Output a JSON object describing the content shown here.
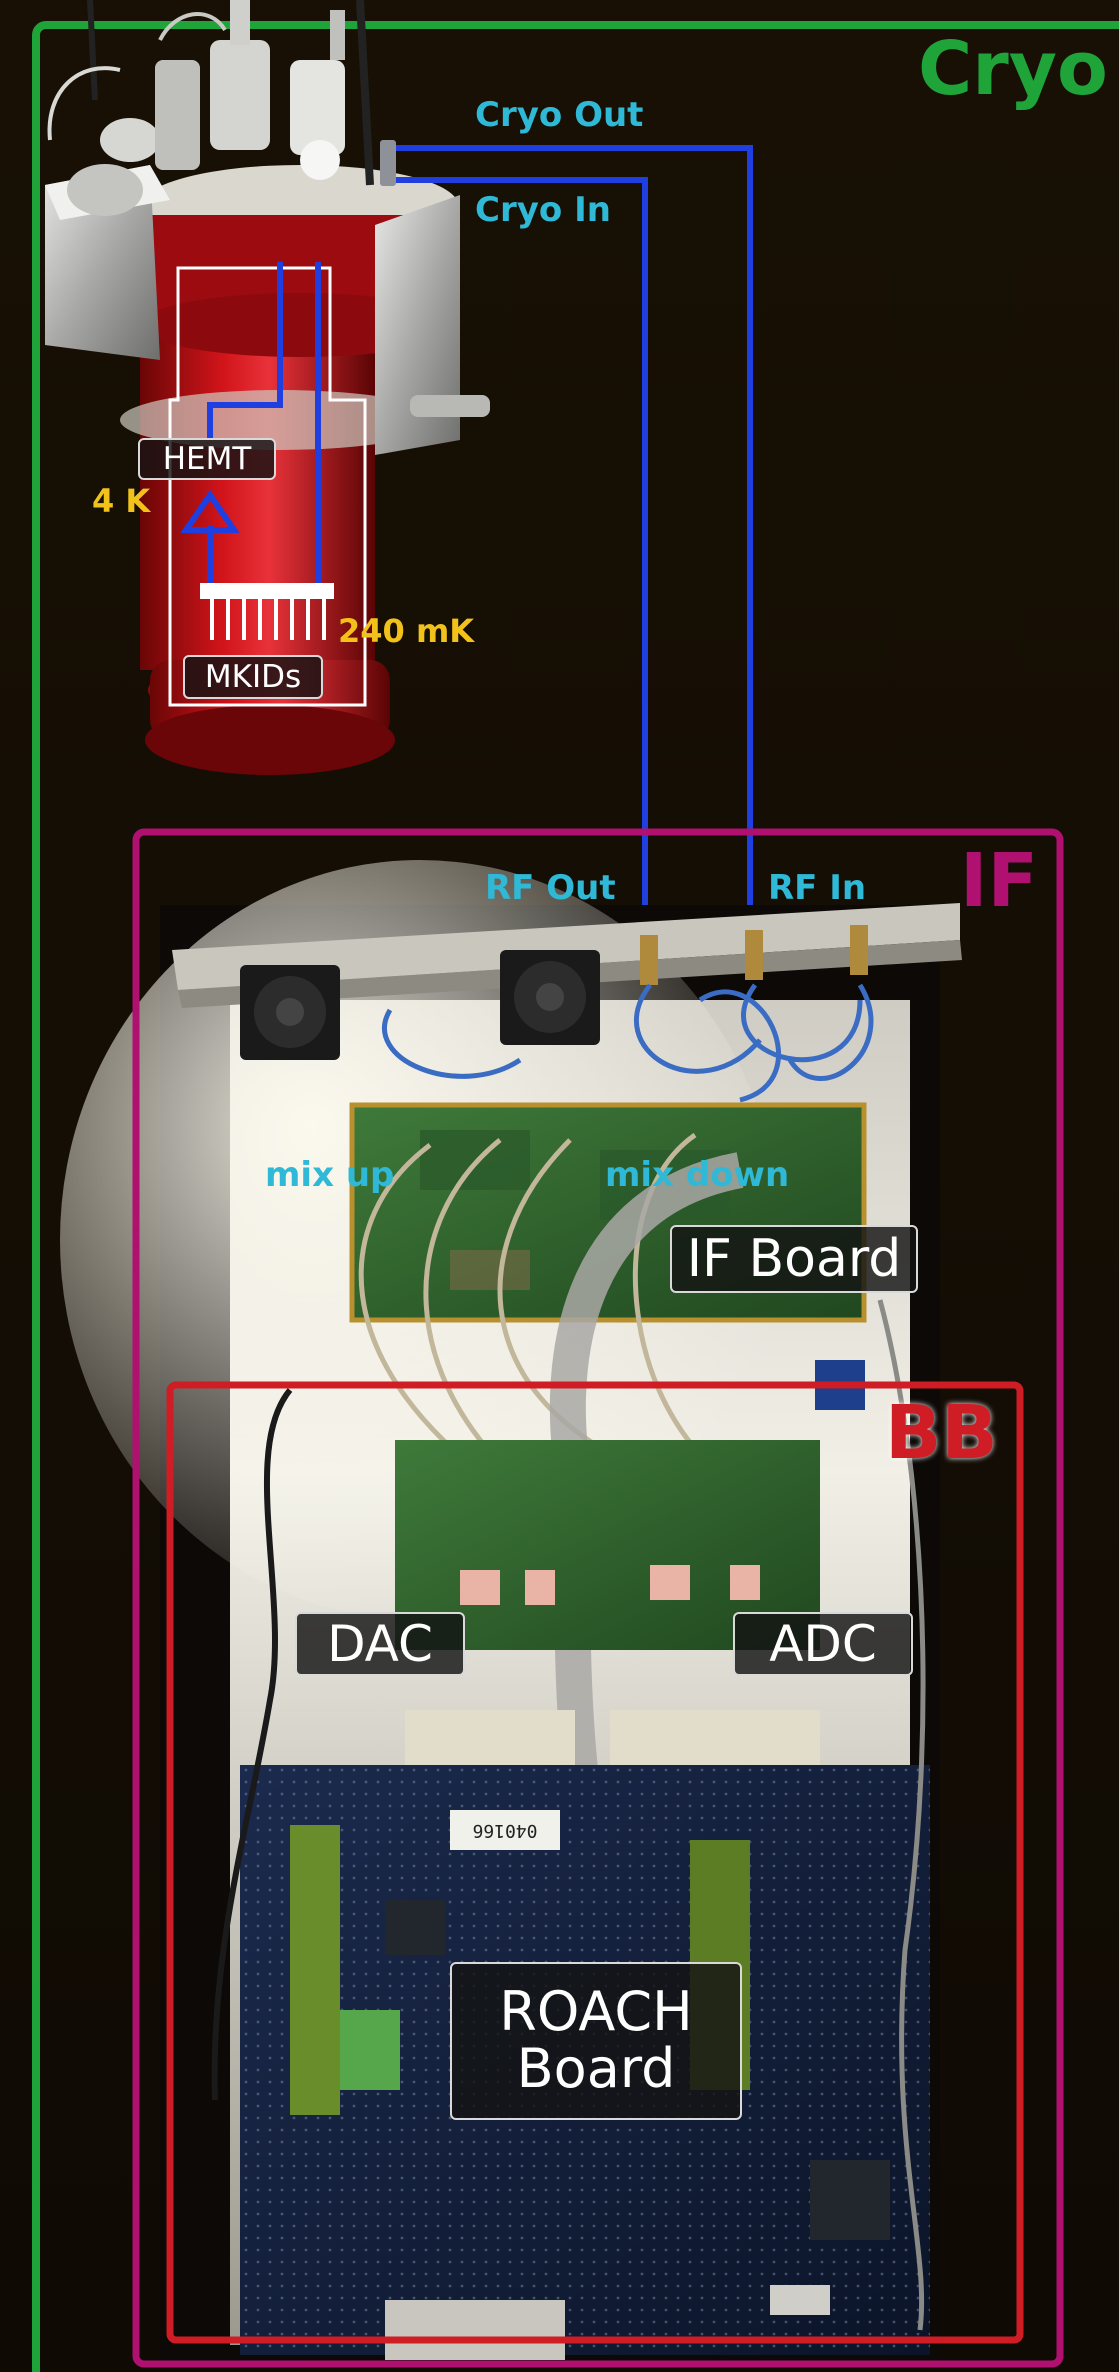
{
  "labels": {
    "cryo": "Cryo",
    "if": "IF",
    "bb": "BB",
    "cryo_out": "Cryo Out",
    "cryo_in": "Cryo In",
    "hemt": "HEMT",
    "temp_4k": "4 K",
    "mkids": "MKIDs",
    "temp_240mk": "240 mK",
    "rf_out": "RF Out",
    "rf_in": "RF In",
    "mix_up": "mix up",
    "mix_down": "mix down",
    "if_board": "IF Board",
    "dac": "DAC",
    "adc": "ADC",
    "roach_line1": "ROACH",
    "roach_line2": "Board",
    "serial_sticker": "040166"
  },
  "colors": {
    "cryo_frame": "#1fa43a",
    "if_frame": "#b0106f",
    "bb_frame": "#d01c24",
    "signal_line": "#1f3fe0",
    "cyan_text": "#2fb9d6",
    "yellow_text": "#f2c21b"
  }
}
